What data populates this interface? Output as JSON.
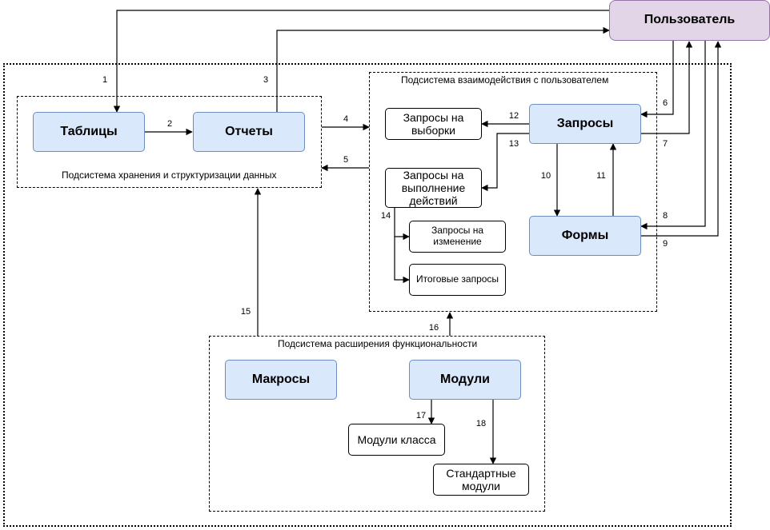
{
  "nodes": {
    "user": "Пользователь",
    "tables": "Таблицы",
    "reports": "Отчеты",
    "queries": "Запросы",
    "forms": "Формы",
    "select_queries": "Запросы на выборки",
    "action_queries": "Запросы на выполнение действий",
    "update_queries": "Запросы на изменение",
    "total_queries": "Итоговые запросы",
    "macros": "Макросы",
    "modules": "Модули",
    "class_modules": "Модули класса",
    "standard_modules": "Стандартные модули"
  },
  "frames": {
    "storage": "Подсистема хранения и структуризации данных",
    "interaction": "Подсистема взаимодействия с пользователем",
    "extension": "Подсистема расширения функциональности"
  },
  "edges": [
    "1",
    "2",
    "3",
    "4",
    "5",
    "6",
    "7",
    "8",
    "9",
    "10",
    "11",
    "12",
    "13",
    "14",
    "15",
    "16",
    "17",
    "18"
  ]
}
